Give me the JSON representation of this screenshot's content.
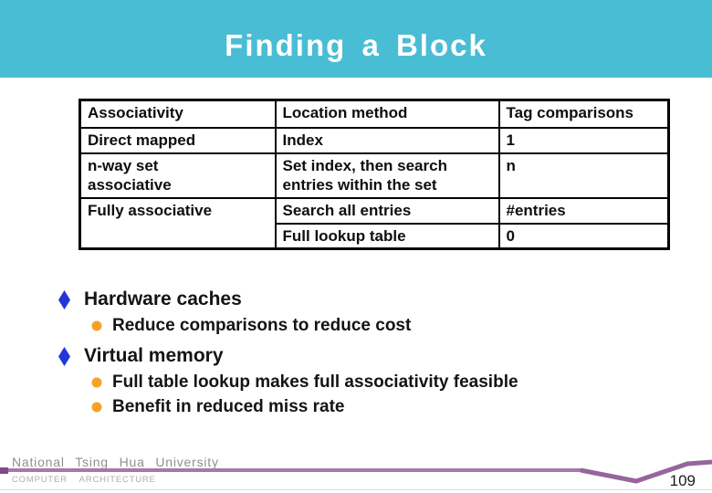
{
  "header": {
    "title": "Finding a Block"
  },
  "table": {
    "columns": [
      "Associativity",
      "Location method",
      "Tag comparisons"
    ],
    "rows": [
      [
        "Direct mapped",
        "Index",
        "1"
      ],
      [
        "n-way set associative",
        "Set index, then search entries within the set",
        "n"
      ],
      [
        "Fully associative",
        "Search all entries",
        "#entries"
      ],
      [
        "",
        "Full lookup table",
        "0"
      ]
    ]
  },
  "bullets": {
    "items": [
      {
        "level": 1,
        "text": "Hardware caches"
      },
      {
        "level": 2,
        "text": "Reduce comparisons to reduce cost"
      },
      {
        "level": 1,
        "text": "Virtual memory"
      },
      {
        "level": 2,
        "text": "Full table lookup makes full associativity feasible"
      },
      {
        "level": 2,
        "text": "Benefit in reduced miss rate"
      }
    ]
  },
  "footer": {
    "university": "National Tsing Hua University",
    "department": "COMPUTER ARCHITECTURE",
    "page_number": "109"
  },
  "colors": {
    "header_teal": "#49BDD4",
    "bullet_blue": "#2337D8",
    "bullet_orange": "#F5A227",
    "footer_purple": "#A678AC",
    "footer_purple_dark": "#96659D",
    "footer_purple_cap": "#7C4E85"
  }
}
